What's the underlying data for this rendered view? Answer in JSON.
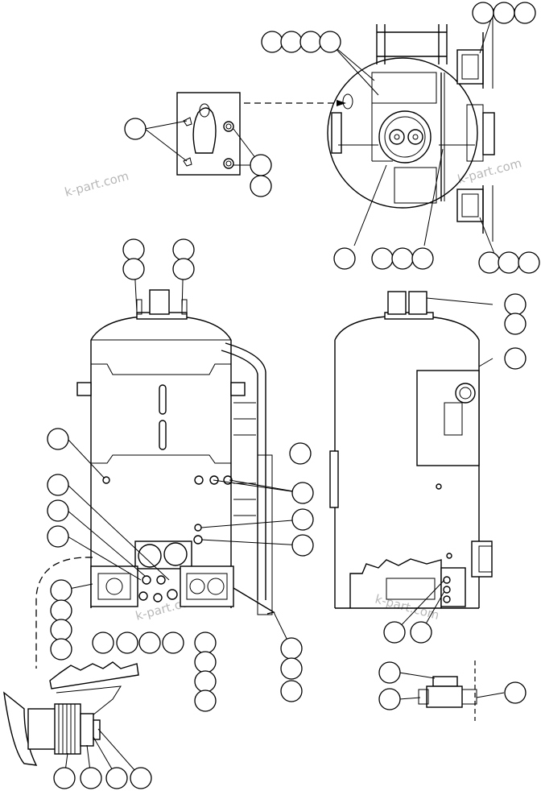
{
  "watermark": {
    "text": "k-part.com"
  },
  "views": {
    "detail_panel": "detail-panel-view",
    "top_view": "top-view",
    "front_view": "front-view",
    "side_view": "side-view",
    "bottom_detail": "bottom-detail-view",
    "valve_detail": "valve-detail-view"
  }
}
